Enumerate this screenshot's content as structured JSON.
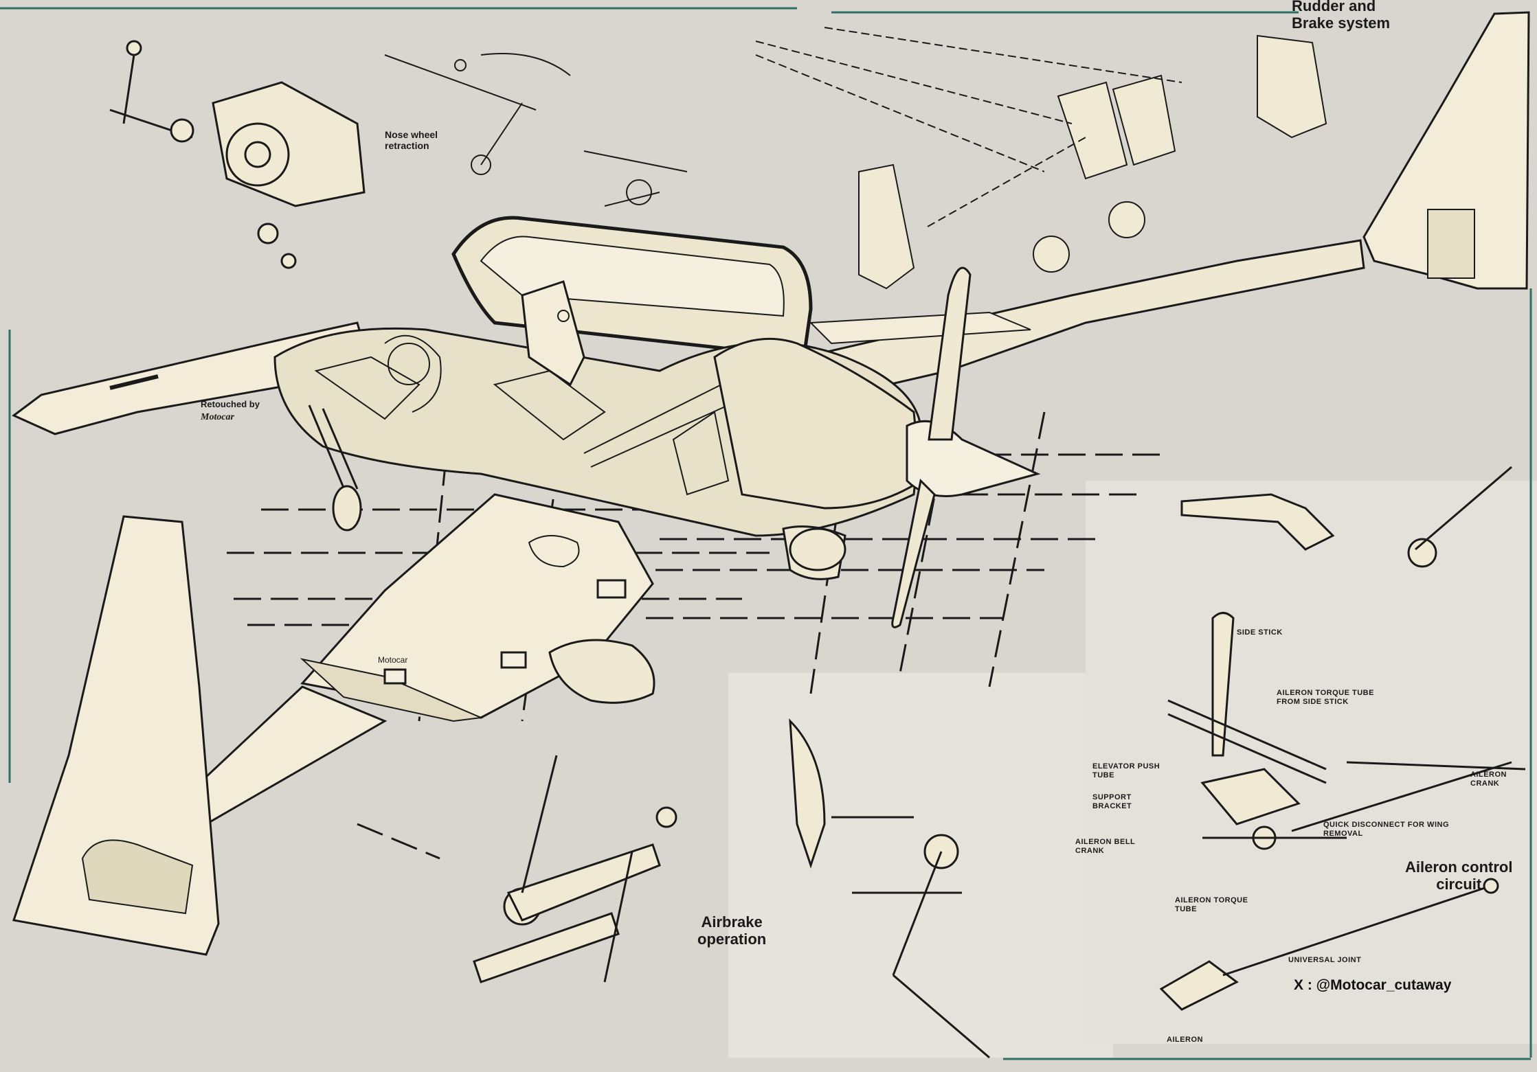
{
  "labels": {
    "rudder_brake": "Rudder and\nBrake system",
    "nose_wheel": "Nose wheel\nretraction",
    "retouched_by": "Retouched by",
    "retouched_name": "Motocar",
    "wing_stamp": "Motocar",
    "airbrake": "Airbrake\noperation",
    "aileron_circuit": "Aileron control\ncircuit",
    "credit": "X : @Motocar_cutaway",
    "aileron_parts": [
      "SIDE STICK",
      "AILERON TORQUE TUBE FROM SIDE STICK",
      "ELEVATOR PUSH TUBE",
      "SUPPORT BRACKET",
      "AILERON BELL CRANK",
      "QUICK DISCONNECT FOR WING REMOVAL",
      "AILERON CRANK",
      "AILERON TORQUE TUBE",
      "UNIVERSAL JOINT",
      "AILERON"
    ]
  },
  "colors": {
    "paper": "#d9d6cf",
    "ink": "#1a1a1a",
    "airframe_fill": "#f2ecd8",
    "frame_accent": "#2f6f66"
  }
}
